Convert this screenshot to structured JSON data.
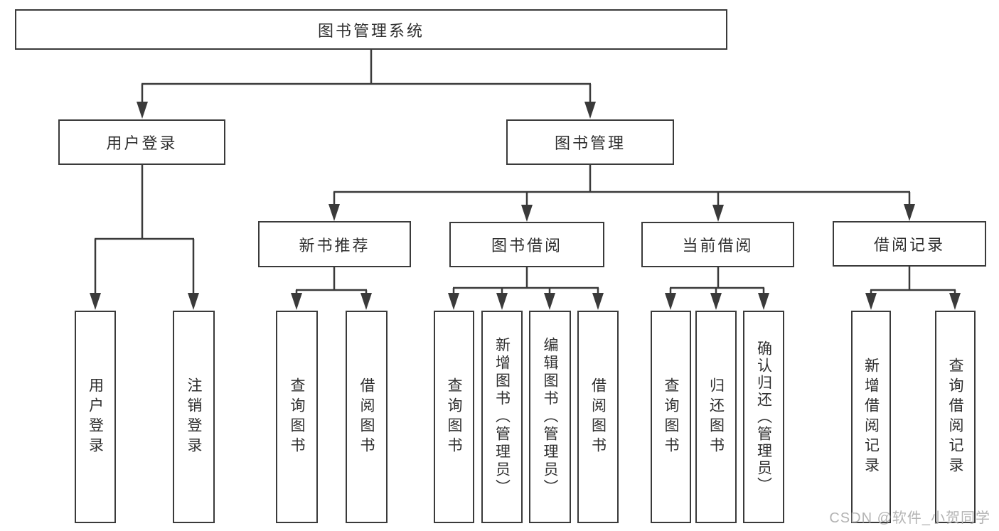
{
  "diagram": {
    "root": {
      "label": "图书管理系统"
    },
    "level2": {
      "user_login": {
        "label": "用户登录"
      },
      "book_management": {
        "label": "图书管理"
      }
    },
    "level3": {
      "new_book_recommend": {
        "label": "新书推荐"
      },
      "book_borrow": {
        "label": "图书借阅"
      },
      "current_borrow": {
        "label": "当前借阅"
      },
      "borrow_records": {
        "label": "借阅记录"
      }
    },
    "leaves": {
      "user_login": {
        "label": "用户登录"
      },
      "logout": {
        "label": "注销登录"
      },
      "recommend_query_books": {
        "label": "查询图书"
      },
      "recommend_borrow_books": {
        "label": "借阅图书"
      },
      "borrow_query_books": {
        "label": "查询图书"
      },
      "add_books_admin": {
        "label": "新增图书（管理员）"
      },
      "edit_books_admin": {
        "label": "编辑图书（管理员）"
      },
      "borrow_books": {
        "label": "借阅图书"
      },
      "current_query_books": {
        "label": "查询图书"
      },
      "return_books": {
        "label": "归还图书"
      },
      "confirm_return_admin": {
        "label": "确认归还（管理员）"
      },
      "add_borrow_record": {
        "label": "新增借阅记录"
      },
      "query_borrow_record": {
        "label": "查询借阅记录"
      }
    }
  },
  "watermark": {
    "text": "CSDN @软件_小贺同学"
  },
  "colors": {
    "line": "#3a3a3a",
    "text": "#2f2f2f",
    "watermark": "#b3b3b3",
    "box_fill": "#ffffff"
  }
}
